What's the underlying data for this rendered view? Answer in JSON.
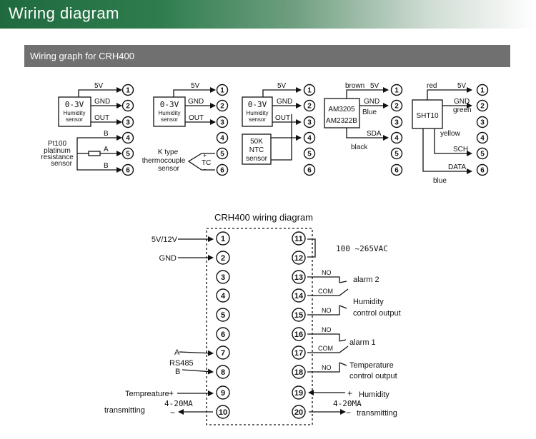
{
  "header": {
    "title": "Wiring diagram"
  },
  "section": {
    "title": "Wiring graph for CRH400"
  },
  "modules": {
    "m1": {
      "sensor_range": "0-3V",
      "sensor_name_1": "Humidity",
      "sensor_name_2": "sensor",
      "out_5v": "5V",
      "out_gnd": "GND",
      "out_out": "OUT",
      "probe_line1": "Pt100",
      "probe_line2": "platinum",
      "probe_line3": "resistance",
      "probe_line4": "sensor",
      "wire_b_top": "B",
      "wire_a": "A",
      "wire_b_bottom": "B"
    },
    "m2": {
      "sensor_range": "0-3V",
      "sensor_name_1": "Humidity",
      "sensor_name_2": "sensor",
      "out_5v": "5V",
      "out_gnd": "GND",
      "out_out": "OUT",
      "tc_line1": "K type",
      "tc_line2": "thermocouple",
      "tc_line3": "sensor",
      "tc_label": "TC",
      "tc_plus": "+",
      "tc_minus": "-"
    },
    "m3": {
      "sensor_range": "0-3V",
      "sensor_name_1": "Humidity",
      "sensor_name_2": "sensor",
      "out_5v": "5V",
      "out_gnd": "GND",
      "out_out": "OUT",
      "ntc_line1": "50K",
      "ntc_line2": "NTC",
      "ntc_line3": "sensor"
    },
    "m4": {
      "chip_line1": "AM3205",
      "chip_line2": "AM2322B",
      "wire_brown": "brown",
      "out_5v": "5V",
      "out_gnd": "GND",
      "wire_blue": "Blue",
      "out_sda": "SDA",
      "wire_black": "black"
    },
    "m5": {
      "chip": "SHT10",
      "wire_red": "red",
      "out_5v": "5V",
      "out_gnd": "GND",
      "wire_green": "green",
      "wire_yellow": "yellow",
      "out_sch": "SCH",
      "out_data": "DATA",
      "wire_blue": "blue"
    },
    "terminals": [
      "1",
      "2",
      "3",
      "4",
      "5",
      "6"
    ]
  },
  "crh": {
    "title": "CRH400 wiring diagram",
    "left_terminals": [
      "1",
      "2",
      "3",
      "4",
      "5",
      "6",
      "7",
      "8",
      "9",
      "10"
    ],
    "right_terminals": [
      "11",
      "12",
      "13",
      "14",
      "15",
      "16",
      "17",
      "18",
      "19",
      "20"
    ],
    "power_label": "5V/12V",
    "gnd_label": "GND",
    "rs485_a": "A",
    "rs485_label": "RS485",
    "rs485_b": "B",
    "temp_label": "Tempreature",
    "temp_plus": "+",
    "temp_current": "4-20MA",
    "temp_minus": "−",
    "temp_transmit": "transmitting",
    "ac_label": "100 ~265VAC",
    "no_1": "NO",
    "com_1": "COM",
    "no_2": "NO",
    "alarm2": "alarm 2",
    "humidity_out_1": "Humidity",
    "humidity_out_2": "control output",
    "no_3": "NO",
    "com_2": "COM",
    "no_4": "NO",
    "alarm1": "alarm 1",
    "temp_out_1": "Temperature",
    "temp_out_2": "control output",
    "hum_plus": "+",
    "hum_label": "Humidity",
    "hum_current": "4-20MA",
    "hum_minus": "−",
    "hum_transmit": "transmitting"
  },
  "colors": {
    "banner_green": "#1f6a3f",
    "section_grey": "#707070"
  }
}
